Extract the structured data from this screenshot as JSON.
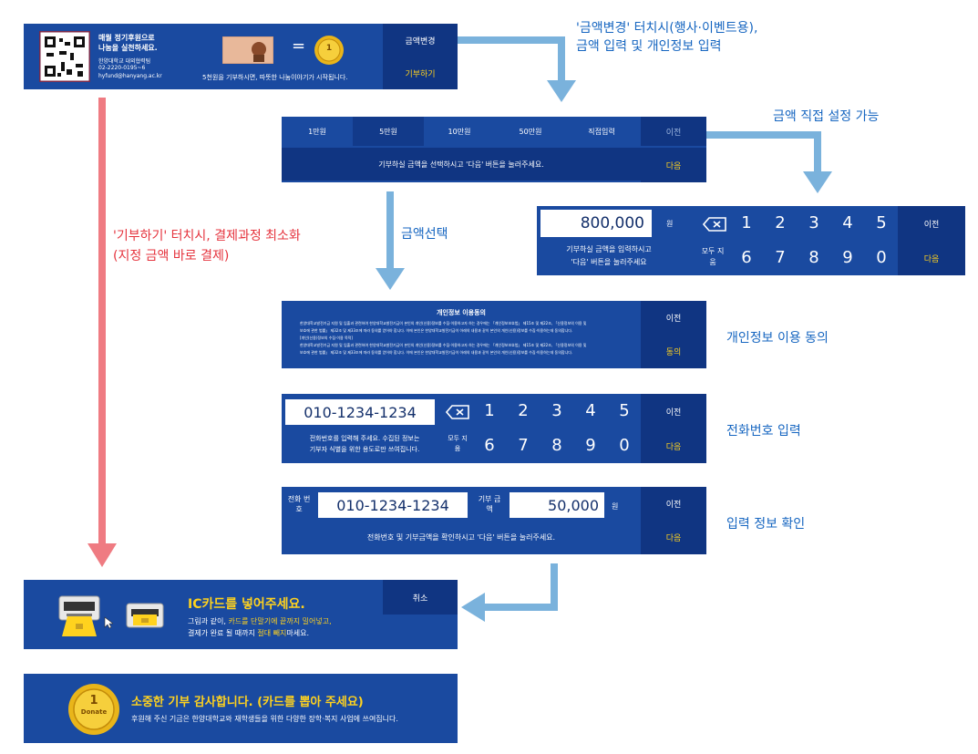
{
  "top": {
    "qr_line1": "매월 정기후원으로",
    "qr_line2": "나눔을 실천하세요.",
    "org": "한양대학교 대외협력팀",
    "phone": "02-2220-0195~6",
    "email": "hyfund@hanyang.ac.kr",
    "equals": "=",
    "note": "5천원을 기부하시면, 따뜻한 나눔이야기가 시작됩니다.",
    "btn_change": "금액변경",
    "btn_donate": "기부하기"
  },
  "amount_panel": {
    "options": [
      "1만원",
      "5만원",
      "10만원",
      "50만원",
      "직접입력"
    ],
    "prev": "이전",
    "instruction": "기부하실 금액을 선택하시고 '다음' 버튼을 눌러주세요.",
    "next": "다음"
  },
  "amount_keypad": {
    "value": "800,000",
    "unit": "원",
    "hint1": "기부하실 금액을 입력하시고",
    "hint2": "'다음' 버튼을 눌러주세요",
    "clear": "모두 지움",
    "keys_row1": [
      "1",
      "2",
      "3",
      "4",
      "5"
    ],
    "keys_row2": [
      "6",
      "7",
      "8",
      "9",
      "0"
    ],
    "prev": "이전",
    "next": "다음"
  },
  "privacy": {
    "title": "개인정보 이용동의",
    "body1": "한양대학교발전기금 지원 및 입출과 관련하여 한양대학교발전기금이 본인의 개인(신용)정보를 수집·이용하고자 하는 경우에는 「개인정보보호법」 제15조 및 제22조, 「신용정보의 이용 및",
    "body2": "보호에 관한 법률」 제32조 및 제33조에 따라 동의를 얻어야 합니다. 이에 본인은 한양대학교발전기금이 아래의 내용과 같이 본인의 개인(신용)정보를 수집·이용하는데 동의합니다.",
    "body3": "[개인(신용)정보의 수집·이용 목적]",
    "body4": "한양대학교발전기금 지원 및 입출과 관련하여 한양대학교발전기금이 본인의 개인(신용)정보를 수집·이용하고자 하는 경우에는 「개인정보보호법」 제15조 및 제22조, 「신용정보의 이용 및",
    "body5": "보호에 관한 법률」 제32조 및 제33조에 따라 동의를 얻어야 합니다. 이에 본인은 한양대학교발전기금이 아래의 내용과 같이 본인의 개인(신용)정보를 수집·이용하는데 동의합니다.",
    "prev": "이전",
    "agree": "동의"
  },
  "phone_panel": {
    "value": "010-1234-1234",
    "hint1": "전화번호를 입력해 주세요. 수집된 정보는",
    "hint2": "기부자 식별을 위한 용도로만 쓰여집니다.",
    "clear": "모두 지움",
    "keys_row1": [
      "1",
      "2",
      "3",
      "4",
      "5"
    ],
    "keys_row2": [
      "6",
      "7",
      "8",
      "9",
      "0"
    ],
    "prev": "이전",
    "next": "다음"
  },
  "confirm_panel": {
    "phone_label": "전화 번호",
    "phone_value": "010-1234-1234",
    "amount_label": "기부 금액",
    "amount_value": "50,000",
    "unit": "원",
    "instruction": "전화번호 및 기부금액을 확인하시고 '다음' 버튼을 눌러주세요.",
    "prev": "이전",
    "next": "다음"
  },
  "card_panel": {
    "title": "IC카드를 넣어주세요.",
    "line1_a": "그림과 같이, ",
    "line1_b": "카드를 단말기에 ",
    "line1_c": "끝까지 밀어넣고,",
    "line2_a": "결제가 완료 될 때까지 ",
    "line2_b": "절대 빼지",
    "line2_c": "마세요.",
    "cancel": "취소"
  },
  "thanks_panel": {
    "title": "소중한 기부 감사합니다. (카드를 뽑아 주세요)",
    "body": "후원해 주신 기금은 한양대학교와 재학생들을 위한 다양한 장학·복지 사업에 쓰여집니다."
  },
  "coin": {
    "number": "1",
    "word": "Donate"
  },
  "annotations": {
    "change_touch_1": "'금액변경' 터치시(행사·이벤트용),",
    "change_touch_2": "금액 입력 및 개인정보 입력",
    "direct_input": "금액 직접 설정 가능",
    "select_amount": "금액선택",
    "donate_touch_1": "'기부하기' 터치시, 결제과정 최소화",
    "donate_touch_2": "(지정 금액 바로 결제)",
    "privacy_agree": "개인정보 이용 동의",
    "phone_input": "전화번호 입력",
    "confirm_info": "입력 정보 확인"
  },
  "colors": {
    "panel": "#1a4aa0",
    "accent": "#ffd21e",
    "arrow_blue": "#7ab2dc",
    "arrow_red": "#ef7b82",
    "label_blue": "#1565c0",
    "label_red": "#e5333d"
  }
}
